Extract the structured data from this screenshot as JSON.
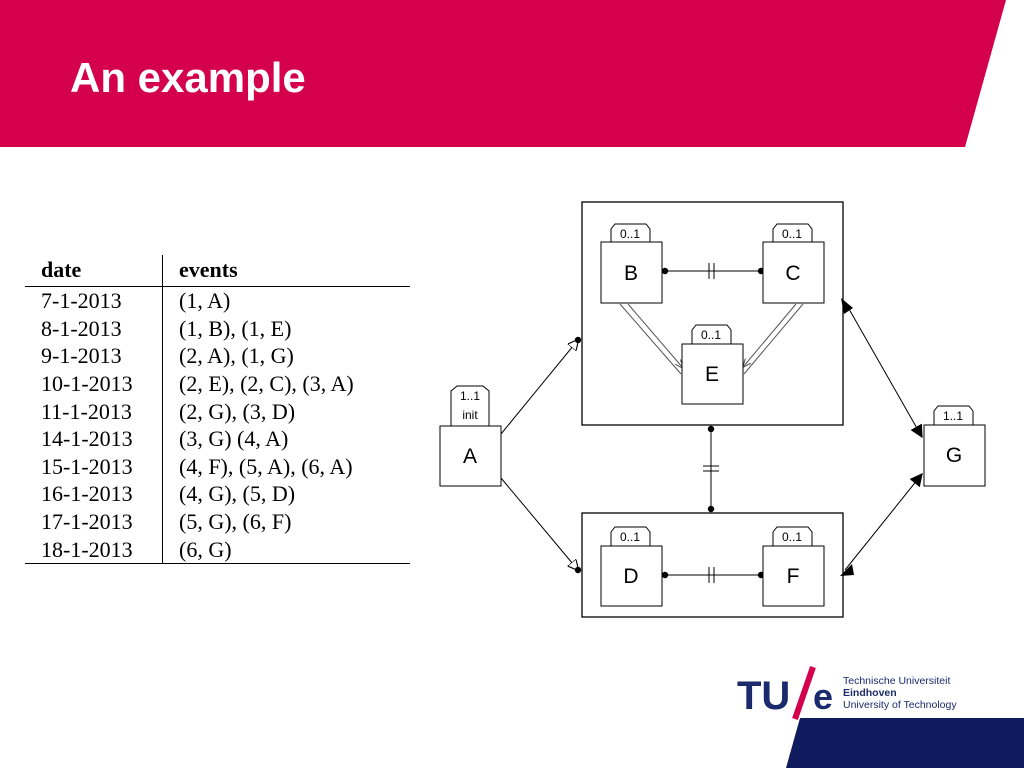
{
  "slide": {
    "title": "An example"
  },
  "colors": {
    "banner_red": "#d4004b",
    "footer_navy": "#101a5e",
    "logo_navy": "#1a2a6c"
  },
  "table": {
    "headers": [
      "date",
      "events"
    ],
    "rows": [
      {
        "date": "7-1-2013",
        "events": "(1, A)"
      },
      {
        "date": "8-1-2013",
        "events": "(1, B), (1, E)"
      },
      {
        "date": "9-1-2013",
        "events": "(2, A), (1, G)"
      },
      {
        "date": "10-1-2013",
        "events": "(2, E), (2, C), (3, A)"
      },
      {
        "date": "11-1-2013",
        "events": "(2, G), (3, D)"
      },
      {
        "date": "14-1-2013",
        "events": "(3, G) (4, A)"
      },
      {
        "date": "15-1-2013",
        "events": "(4, F), (5, A), (6, A)"
      },
      {
        "date": "16-1-2013",
        "events": "(4, G), (5, D)"
      },
      {
        "date": "17-1-2013",
        "events": "(5, G), (6, F)"
      },
      {
        "date": "18-1-2013",
        "events": "(6, G)"
      }
    ]
  },
  "diagram": {
    "nodes": {
      "A": {
        "label": "A",
        "cardinality": "1..1",
        "tag": "init"
      },
      "B": {
        "label": "B",
        "cardinality": "0..1"
      },
      "C": {
        "label": "C",
        "cardinality": "0..1"
      },
      "E": {
        "label": "E",
        "cardinality": "0..1"
      },
      "D": {
        "label": "D",
        "cardinality": "0..1"
      },
      "F": {
        "label": "F",
        "cardinality": "0..1"
      },
      "G": {
        "label": "G",
        "cardinality": "1..1"
      }
    }
  },
  "logo": {
    "mark_tu": "TU",
    "mark_e": "e",
    "line1": "Technische Universiteit",
    "line2": "Eindhoven",
    "line3": "University of Technology"
  }
}
